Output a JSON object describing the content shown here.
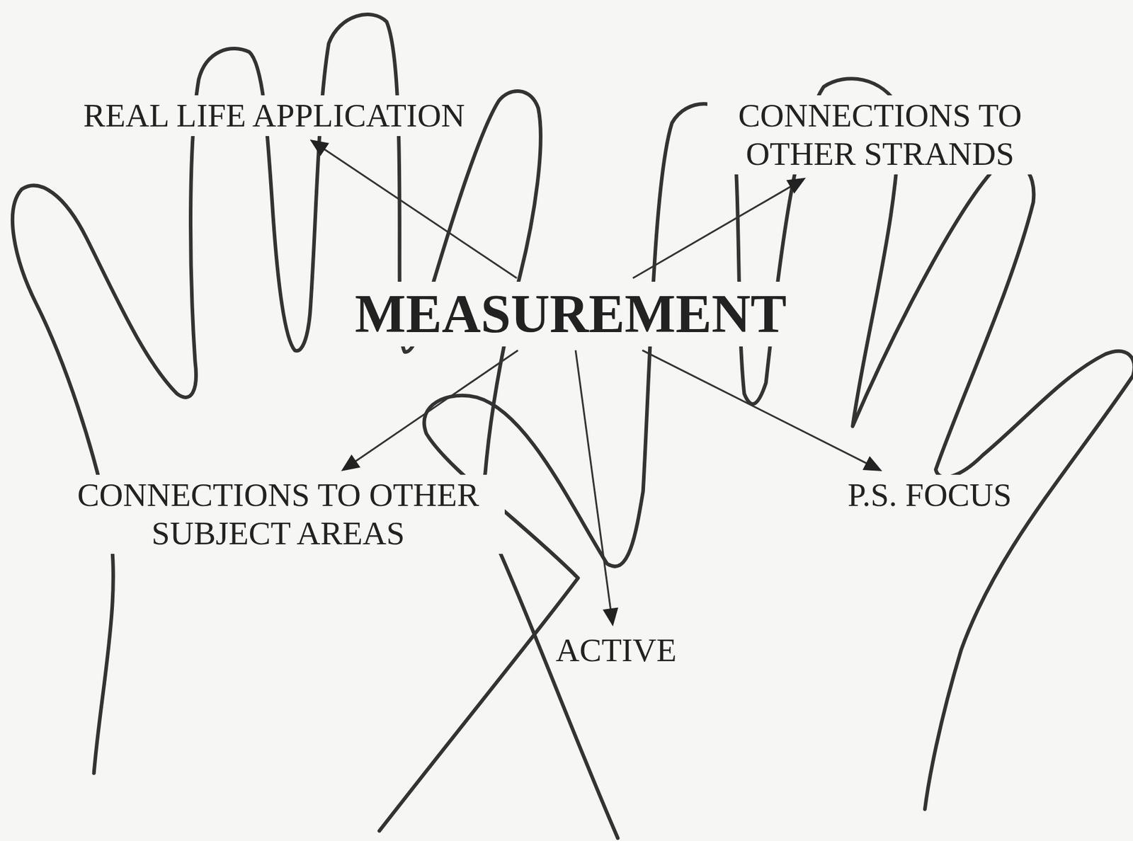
{
  "diagram": {
    "nodes": [
      {
        "text": [
          "REAL LIFE APPLICATION"
        ]
      },
      {
        "text": [
          "CONNECTIONS TO OTHER STRANDS"
        ]
      },
      {
        "text": [
          "MEASUREMENT"
        ]
      },
      {
        "text": [
          "CONNECTIONS TO OTHER SUBJECT AREAS"
        ]
      },
      {
        "text": [
          "P.S. FOCUS"
        ]
      },
      {
        "text": [
          "ACTIVE"
        ]
      }
    ],
    "edges": [
      {
        "from": 2,
        "to": 0,
        "arrow": "to"
      },
      {
        "from": 2,
        "to": 1,
        "arrow": "to"
      },
      {
        "from": 2,
        "to": 3,
        "arrow": "to"
      },
      {
        "from": 2,
        "to": 4,
        "arrow": "to"
      },
      {
        "from": 2,
        "to": 5,
        "arrow": "to"
      }
    ]
  }
}
